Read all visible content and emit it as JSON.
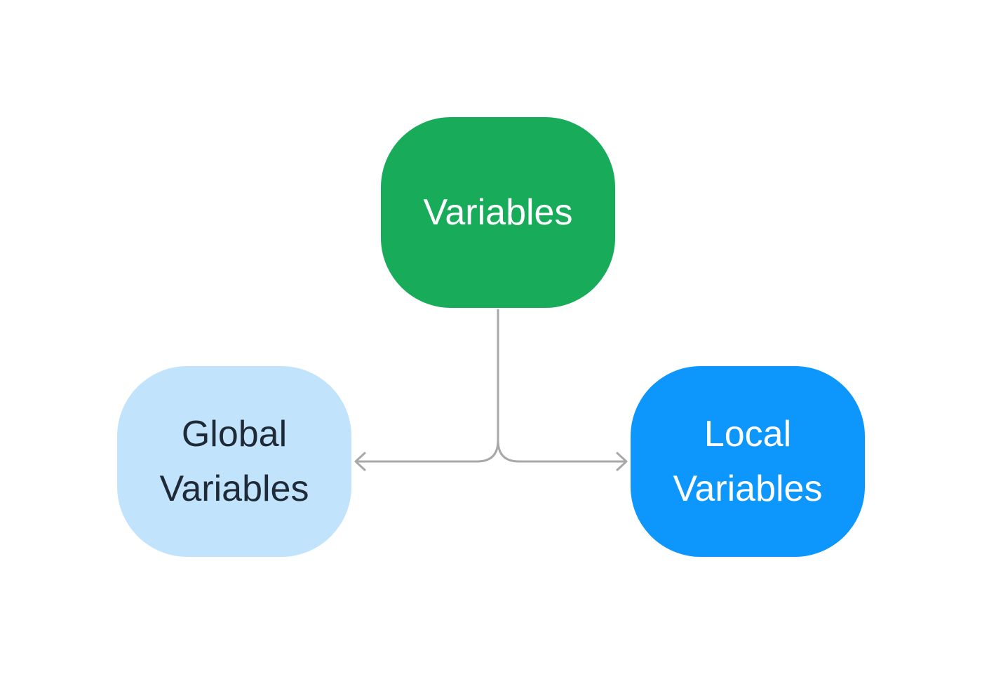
{
  "diagram": {
    "root": {
      "label": "Variables",
      "fill": "#17ab5a",
      "text_color": "#ffffff"
    },
    "children": [
      {
        "label": "Global\nVariables",
        "fill": "#c2e3fc",
        "text_color": "#1e2a36"
      },
      {
        "label": "Local\nVariables",
        "fill": "#0d96fb",
        "text_color": "#ffffff"
      }
    ],
    "connector_color": "#a8a8a8"
  }
}
